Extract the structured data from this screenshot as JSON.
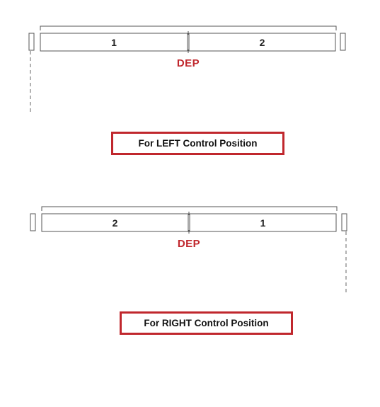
{
  "colors": {
    "accent": "#c0272d",
    "line": "#555555"
  },
  "top_diagram": {
    "segment_left_label": "1",
    "segment_right_label": "2",
    "center_label": "DEP",
    "caption": "For LEFT Control Position"
  },
  "bottom_diagram": {
    "segment_left_label": "2",
    "segment_right_label": "1",
    "center_label": "DEP",
    "caption": "For RIGHT Control Position"
  }
}
